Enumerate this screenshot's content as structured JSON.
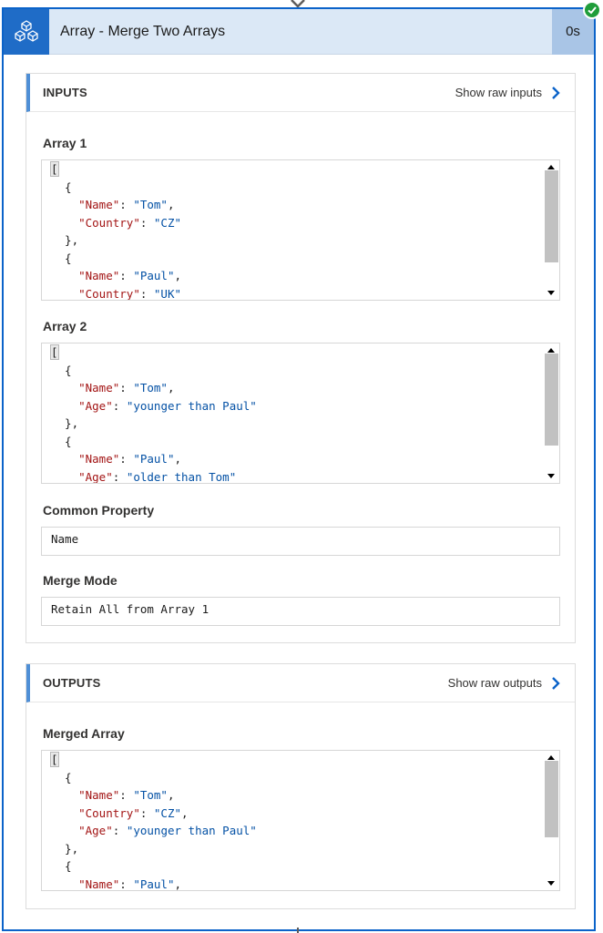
{
  "card": {
    "title": "Array - Merge Two Arrays",
    "duration": "0s",
    "status": "succeeded",
    "icon": "cubes-icon",
    "accent_color": "#1f6cc7",
    "status_color": "#1f9d3a"
  },
  "inputs": {
    "title": "INPUTS",
    "raw_link": "Show raw inputs",
    "array1": {
      "label": "Array 1",
      "lines": [
        [
          [
            "p",
            "["
          ]
        ],
        [
          [
            "p",
            "  {"
          ]
        ],
        [
          [
            "p",
            "    "
          ],
          [
            "k",
            "\"Name\""
          ],
          [
            "p",
            ": "
          ],
          [
            "s",
            "\"Tom\""
          ],
          [
            "p",
            ","
          ]
        ],
        [
          [
            "p",
            "    "
          ],
          [
            "k",
            "\"Country\""
          ],
          [
            "p",
            ": "
          ],
          [
            "s",
            "\"CZ\""
          ]
        ],
        [
          [
            "p",
            "  },"
          ]
        ],
        [
          [
            "p",
            "  {"
          ]
        ],
        [
          [
            "p",
            "    "
          ],
          [
            "k",
            "\"Name\""
          ],
          [
            "p",
            ": "
          ],
          [
            "s",
            "\"Paul\""
          ],
          [
            "p",
            ","
          ]
        ],
        [
          [
            "p",
            "    "
          ],
          [
            "k",
            "\"Country\""
          ],
          [
            "p",
            ": "
          ],
          [
            "s",
            "\"UK\""
          ]
        ]
      ]
    },
    "array2": {
      "label": "Array 2",
      "lines": [
        [
          [
            "p",
            "["
          ]
        ],
        [
          [
            "p",
            "  {"
          ]
        ],
        [
          [
            "p",
            "    "
          ],
          [
            "k",
            "\"Name\""
          ],
          [
            "p",
            ": "
          ],
          [
            "s",
            "\"Tom\""
          ],
          [
            "p",
            ","
          ]
        ],
        [
          [
            "p",
            "    "
          ],
          [
            "k",
            "\"Age\""
          ],
          [
            "p",
            ": "
          ],
          [
            "s",
            "\"younger than Paul\""
          ]
        ],
        [
          [
            "p",
            "  },"
          ]
        ],
        [
          [
            "p",
            "  {"
          ]
        ],
        [
          [
            "p",
            "    "
          ],
          [
            "k",
            "\"Name\""
          ],
          [
            "p",
            ": "
          ],
          [
            "s",
            "\"Paul\""
          ],
          [
            "p",
            ","
          ]
        ],
        [
          [
            "p",
            "    "
          ],
          [
            "k",
            "\"Age\""
          ],
          [
            "p",
            ": "
          ],
          [
            "s",
            "\"older than Tom\""
          ]
        ]
      ]
    },
    "common_property": {
      "label": "Common Property",
      "value": "Name"
    },
    "merge_mode": {
      "label": "Merge Mode",
      "value": "Retain All from Array 1"
    }
  },
  "outputs": {
    "title": "OUTPUTS",
    "raw_link": "Show raw outputs",
    "merged_array": {
      "label": "Merged Array",
      "lines": [
        [
          [
            "p",
            "["
          ]
        ],
        [
          [
            "p",
            "  {"
          ]
        ],
        [
          [
            "p",
            "    "
          ],
          [
            "k",
            "\"Name\""
          ],
          [
            "p",
            ": "
          ],
          [
            "s",
            "\"Tom\""
          ],
          [
            "p",
            ","
          ]
        ],
        [
          [
            "p",
            "    "
          ],
          [
            "k",
            "\"Country\""
          ],
          [
            "p",
            ": "
          ],
          [
            "s",
            "\"CZ\""
          ],
          [
            "p",
            ","
          ]
        ],
        [
          [
            "p",
            "    "
          ],
          [
            "k",
            "\"Age\""
          ],
          [
            "p",
            ": "
          ],
          [
            "s",
            "\"younger than Paul\""
          ]
        ],
        [
          [
            "p",
            "  },"
          ]
        ],
        [
          [
            "p",
            "  {"
          ]
        ],
        [
          [
            "p",
            "    "
          ],
          [
            "k",
            "\"Name\""
          ],
          [
            "p",
            ": "
          ],
          [
            "s",
            "\"Paul\""
          ],
          [
            "p",
            ","
          ]
        ]
      ]
    }
  }
}
